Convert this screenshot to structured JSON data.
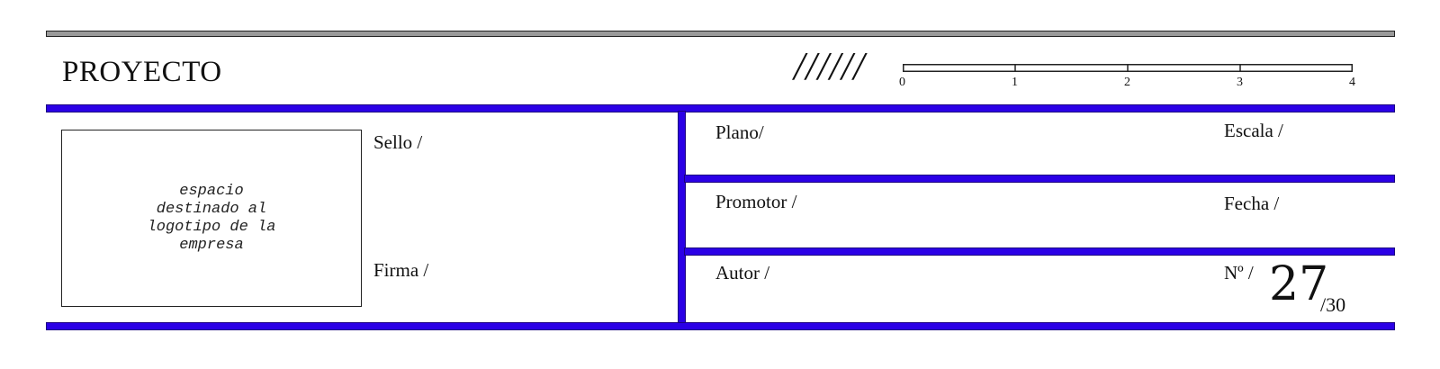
{
  "header": {
    "title": "PROYECTO",
    "slashes": "//////",
    "scale_ticks": [
      "0",
      "1",
      "2",
      "3",
      "4"
    ]
  },
  "logo_box": {
    "text": "espacio destinado al logotipo de la empresa"
  },
  "left_fields": {
    "sello": "Sello /",
    "firma": "Firma /"
  },
  "right_fields": {
    "plano": "Plano/",
    "escala": "Escala /",
    "promotor": "Promotor /",
    "fecha": "Fecha /",
    "autor": "Autor /",
    "numero_label": "Nº /"
  },
  "sheet": {
    "number": "27",
    "total": "/30"
  },
  "colors": {
    "accent_blue": "#2b00e6",
    "rule_gray": "#9a9a9a"
  }
}
